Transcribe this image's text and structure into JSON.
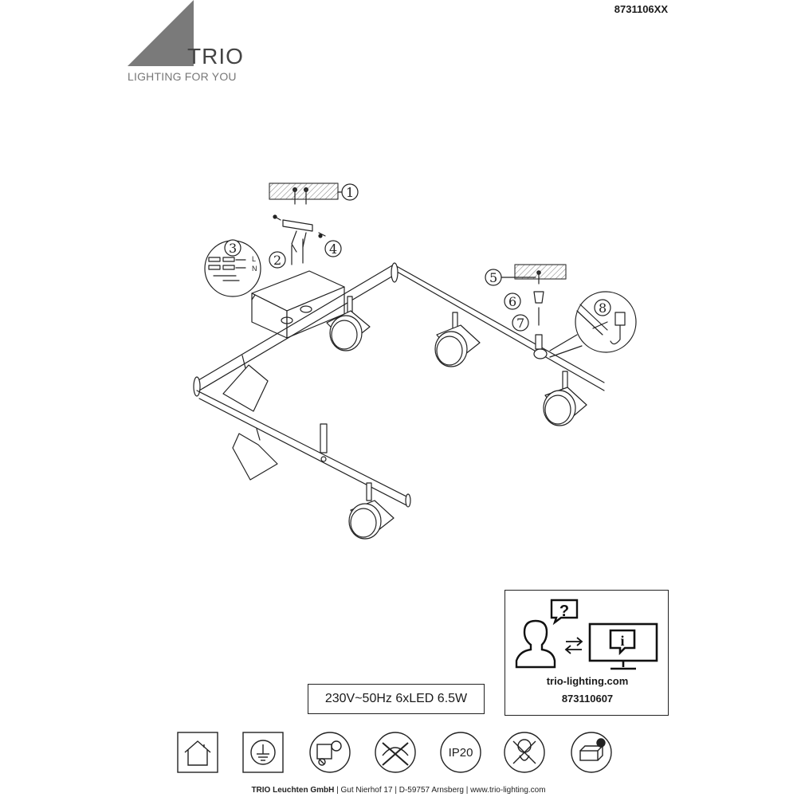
{
  "header": {
    "product_code": "8731106XX",
    "brand_name": "TRIO",
    "brand_tagline": "LIGHTING FOR YOU"
  },
  "diagram": {
    "steps": [
      "1",
      "2",
      "3",
      "4",
      "5",
      "6",
      "7",
      "8"
    ],
    "wiring_labels": [
      "L",
      "N"
    ]
  },
  "specs": {
    "rating": "230V~50Hz  6xLED 6.5W"
  },
  "info_box": {
    "url": "trio-lighting.com",
    "code": "873110607",
    "icon_question": "?",
    "icon_info": "i"
  },
  "symbols": {
    "ip_rating": "IP20",
    "icons": [
      "indoor-house-icon",
      "protective-earth-icon",
      "minimum-distance-icon",
      "no-dimmer-icon",
      "ip20-icon",
      "no-covering-icon",
      "recycling-icon"
    ]
  },
  "footer": {
    "company": "TRIO Leuchten GmbH",
    "address": "Gut Nierhof 17",
    "city": "D-59757 Arnsberg",
    "website": "www.trio-lighting.com",
    "separator": "|"
  }
}
